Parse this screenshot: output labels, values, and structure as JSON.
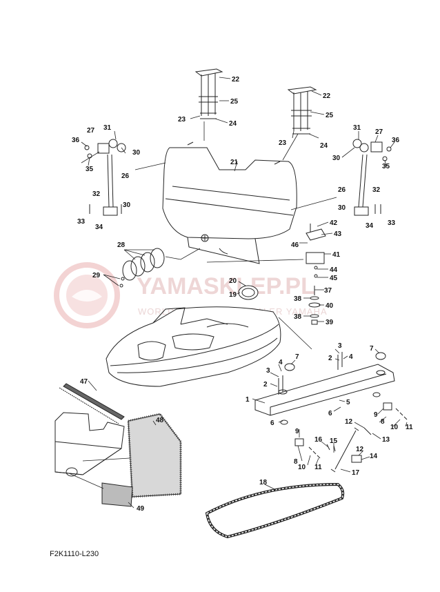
{
  "watermark": {
    "brand": "YAMASKLEP.PL",
    "tagline": "WORLD WIDE PARTS DEALER YAMAHA"
  },
  "diagram_code": "F2K1110-L230",
  "callouts": [
    {
      "id": "c22a",
      "text": "22"
    },
    {
      "id": "c25a",
      "text": "25"
    },
    {
      "id": "c23a",
      "text": "23"
    },
    {
      "id": "c24a",
      "text": "24"
    },
    {
      "id": "c22b",
      "text": "22"
    },
    {
      "id": "c25b",
      "text": "25"
    },
    {
      "id": "c23b",
      "text": "23"
    },
    {
      "id": "c24b",
      "text": "24"
    },
    {
      "id": "c31a",
      "text": "31"
    },
    {
      "id": "c27a",
      "text": "27"
    },
    {
      "id": "c36a",
      "text": "36"
    },
    {
      "id": "c30a",
      "text": "30"
    },
    {
      "id": "c35a",
      "text": "35"
    },
    {
      "id": "c26a",
      "text": "26"
    },
    {
      "id": "c32a",
      "text": "32"
    },
    {
      "id": "c30b",
      "text": "30"
    },
    {
      "id": "c33a",
      "text": "33"
    },
    {
      "id": "c34a",
      "text": "34"
    },
    {
      "id": "c31b",
      "text": "31"
    },
    {
      "id": "c27b",
      "text": "27"
    },
    {
      "id": "c36b",
      "text": "36"
    },
    {
      "id": "c30c",
      "text": "30"
    },
    {
      "id": "c35b",
      "text": "35"
    },
    {
      "id": "c26b",
      "text": "26"
    },
    {
      "id": "c32b",
      "text": "32"
    },
    {
      "id": "c30d",
      "text": "30"
    },
    {
      "id": "c34b",
      "text": "34"
    },
    {
      "id": "c33b",
      "text": "33"
    },
    {
      "id": "c21",
      "text": "21"
    },
    {
      "id": "c42",
      "text": "42"
    },
    {
      "id": "c43",
      "text": "43"
    },
    {
      "id": "c46",
      "text": "46"
    },
    {
      "id": "c41",
      "text": "41"
    },
    {
      "id": "c44",
      "text": "44"
    },
    {
      "id": "c45",
      "text": "45"
    },
    {
      "id": "c37",
      "text": "37"
    },
    {
      "id": "c38a",
      "text": "38"
    },
    {
      "id": "c40",
      "text": "40"
    },
    {
      "id": "c38b",
      "text": "38"
    },
    {
      "id": "c39",
      "text": "39"
    },
    {
      "id": "c28",
      "text": "28"
    },
    {
      "id": "c29",
      "text": "29"
    },
    {
      "id": "c20",
      "text": "20"
    },
    {
      "id": "c19",
      "text": "19"
    },
    {
      "id": "c3a",
      "text": "3"
    },
    {
      "id": "c4a",
      "text": "4"
    },
    {
      "id": "c2a",
      "text": "2"
    },
    {
      "id": "c7a",
      "text": "7"
    },
    {
      "id": "c3b",
      "text": "3"
    },
    {
      "id": "c2b",
      "text": "2"
    },
    {
      "id": "c4b",
      "text": "4"
    },
    {
      "id": "c7b",
      "text": "7"
    },
    {
      "id": "c1",
      "text": "1"
    },
    {
      "id": "c5",
      "text": "5"
    },
    {
      "id": "c6a",
      "text": "6"
    },
    {
      "id": "c6b",
      "text": "6"
    },
    {
      "id": "c9a",
      "text": "9"
    },
    {
      "id": "c9b",
      "text": "9"
    },
    {
      "id": "c8a",
      "text": "8"
    },
    {
      "id": "c10a",
      "text": "10"
    },
    {
      "id": "c11a",
      "text": "11"
    },
    {
      "id": "c12a",
      "text": "12"
    },
    {
      "id": "c13",
      "text": "13"
    },
    {
      "id": "c16",
      "text": "16"
    },
    {
      "id": "c15",
      "text": "15"
    },
    {
      "id": "c12b",
      "text": "12"
    },
    {
      "id": "c14",
      "text": "14"
    },
    {
      "id": "c8b",
      "text": "8"
    },
    {
      "id": "c10b",
      "text": "10"
    },
    {
      "id": "c11b",
      "text": "11"
    },
    {
      "id": "c17",
      "text": "17"
    },
    {
      "id": "c47",
      "text": "47"
    },
    {
      "id": "c48",
      "text": "48"
    },
    {
      "id": "c49",
      "text": "49"
    },
    {
      "id": "c18",
      "text": "18"
    }
  ]
}
